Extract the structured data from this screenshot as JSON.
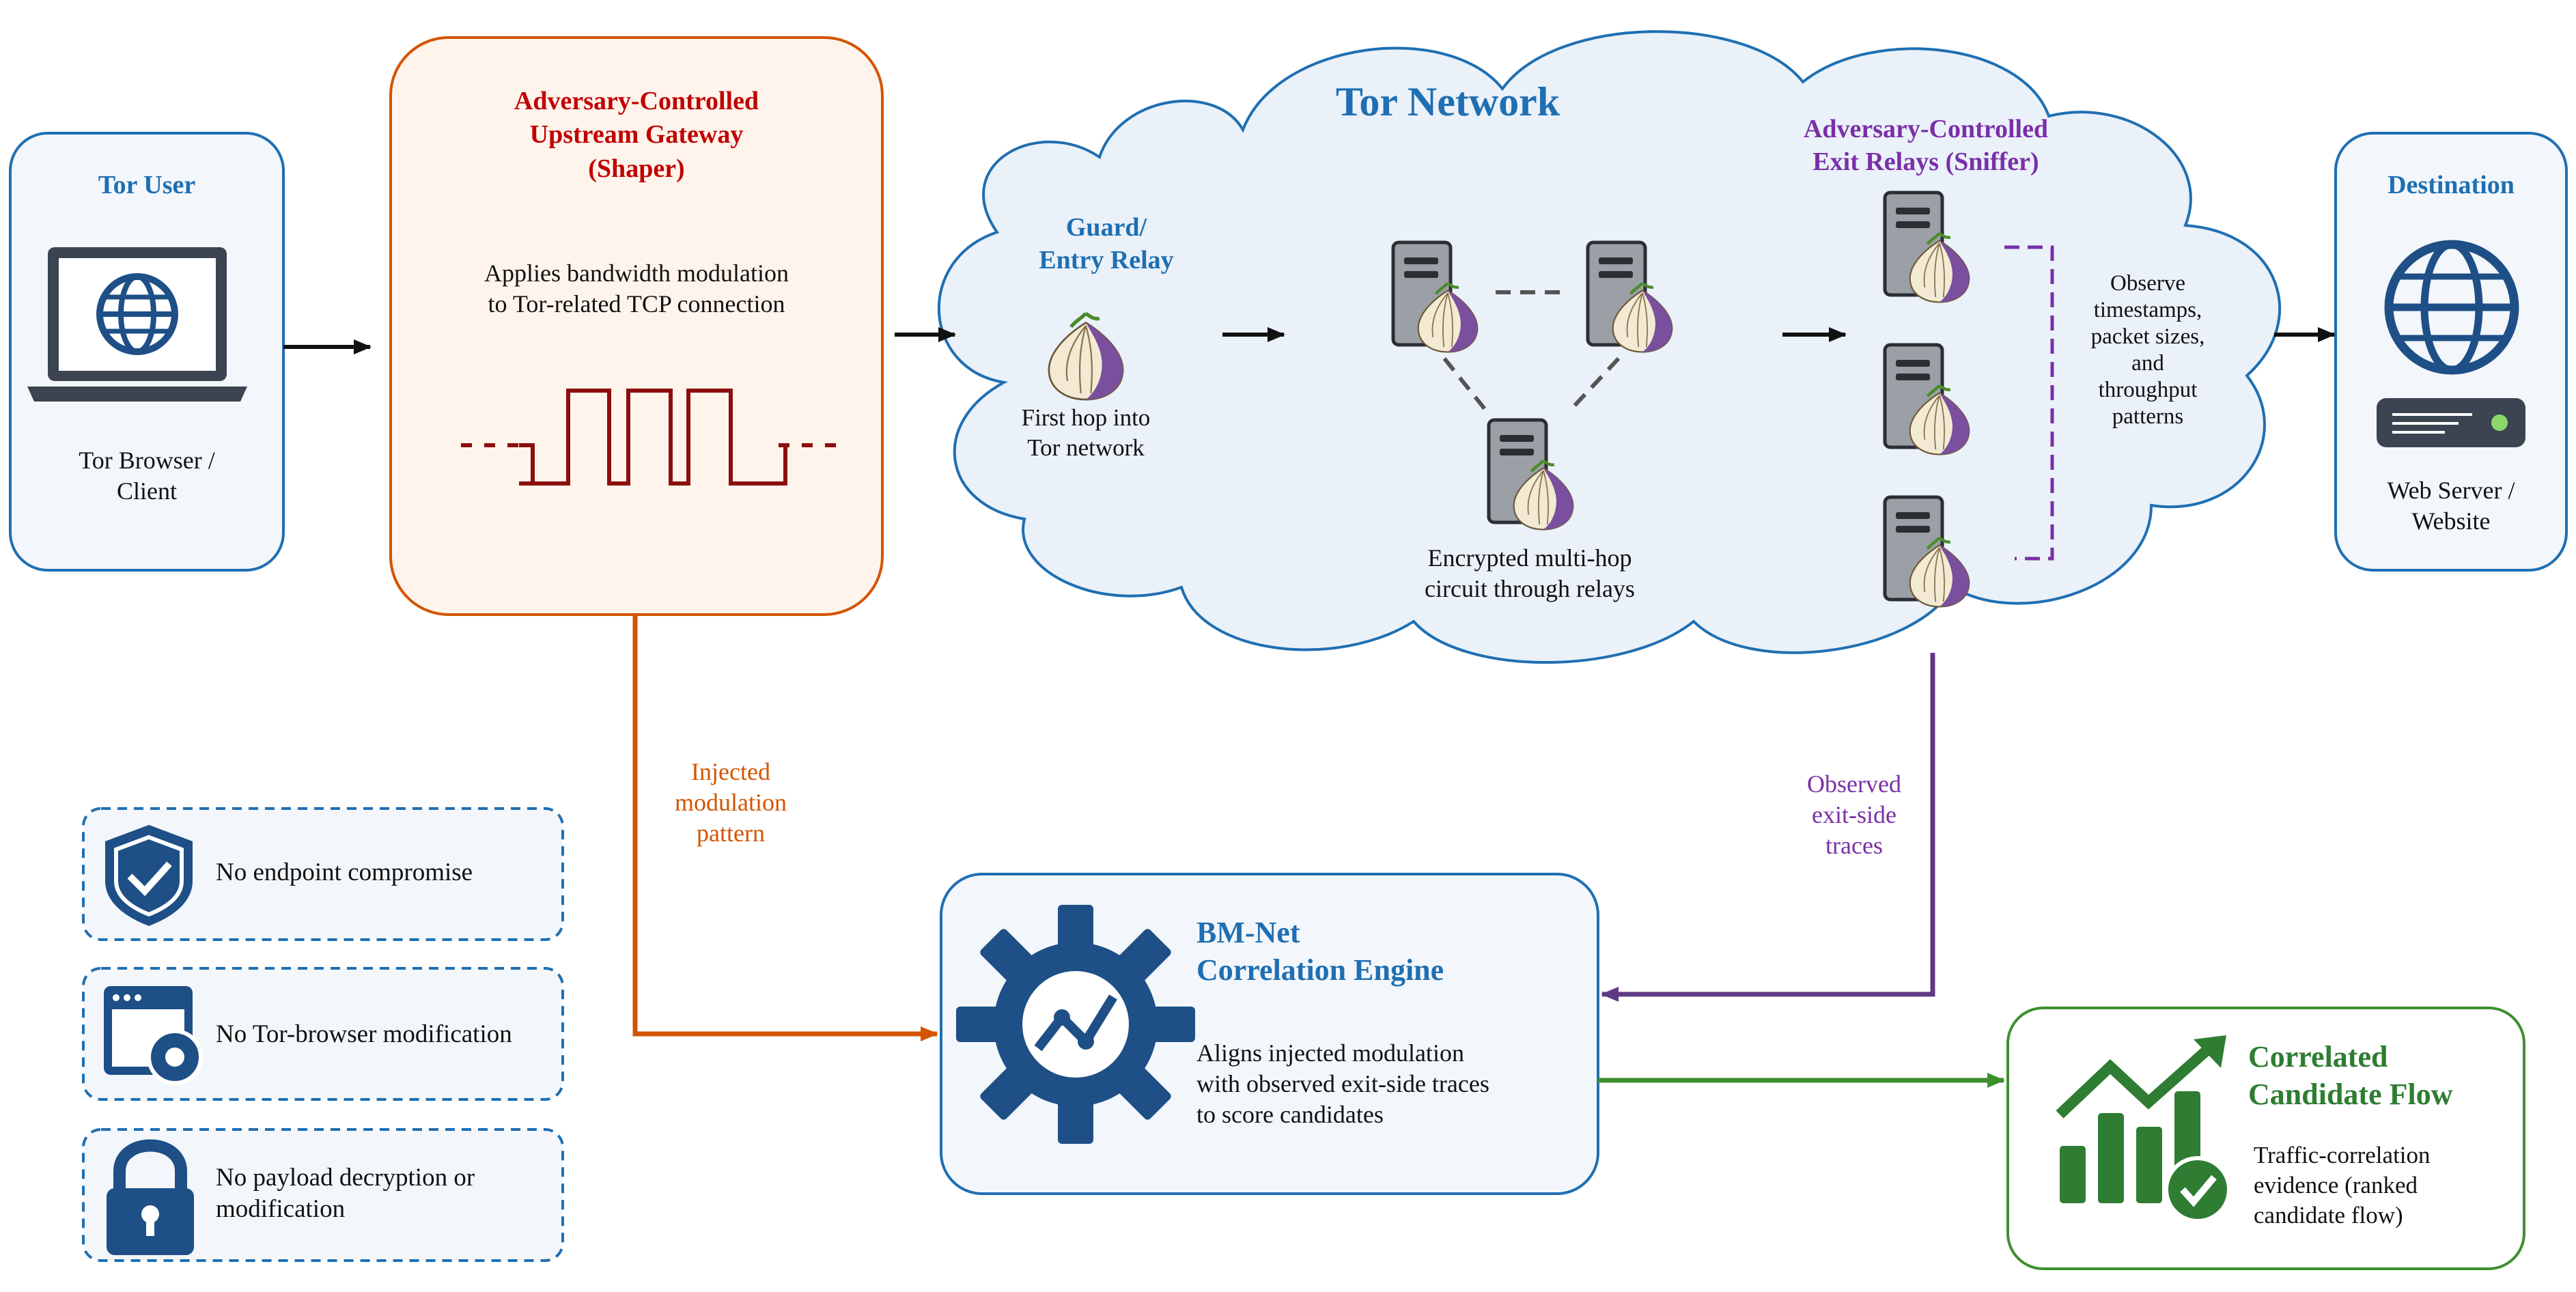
{
  "colors": {
    "blue": "#1f6fb2",
    "navy": "#1e4f86",
    "red": "#c00000",
    "purple": "#7a2fa8",
    "green": "#2e7d32",
    "orange": "#d35400",
    "box_fill_blue": "#f3f7fb",
    "box_fill_orange": "#fff4ec",
    "cloud_fill": "#eaf1f9"
  },
  "tor_user": {
    "title": "Tor User",
    "label": "Tor Browser /\nClient",
    "icon": "laptop-globe-icon"
  },
  "shaper": {
    "title": "Adversary-Controlled\nUpstream Gateway\n(Shaper)",
    "desc": "Applies bandwidth modulation\nto Tor-related TCP connection",
    "icon": "square-wave-icon"
  },
  "tor_network": {
    "title": "Tor Network",
    "guard_title": "Guard/\nEntry Relay",
    "guard_label": "First hop into\nTor network",
    "circuit_label": "Encrypted multi-hop\ncircuit through relays",
    "exit_title": "Adversary-Controlled\nExit Relays (Sniffer)",
    "observe_label": "Observe\ntimestamps,\npacket sizes,\nand\nthroughput\npatterns",
    "icons": [
      "onion-icon",
      "relay-server-icon"
    ]
  },
  "destination": {
    "title": "Destination",
    "label": "Web Server /\nWebsite",
    "icon": "globe-server-icon"
  },
  "flows": {
    "injected": "Injected\nmodulation\npattern",
    "observed": "Observed\nexit-side\ntraces"
  },
  "assumptions": [
    {
      "label": "No endpoint compromise",
      "icon": "shield-check-icon"
    },
    {
      "label": "No Tor-browser modification",
      "icon": "browser-gear-icon"
    },
    {
      "label": "No payload decryption or\nmodification",
      "icon": "lock-icon"
    }
  ],
  "engine": {
    "title": "BM-Net\nCorrelation Engine",
    "desc": "Aligns injected modulation\nwith observed exit-side traces\nto score candidates",
    "icon": "gear-chart-icon"
  },
  "result": {
    "title": "Correlated\nCandidate Flow",
    "desc": "Traffic-correlation\nevidence (ranked\ncandidate flow)",
    "icon": "bar-chart-check-icon"
  }
}
